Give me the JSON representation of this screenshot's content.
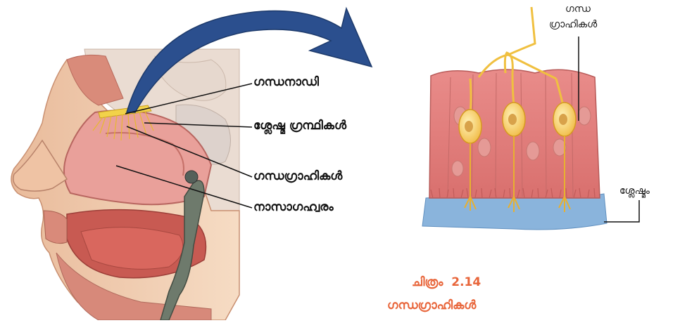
{
  "labels": {
    "olfactory_nerve": "ഗന്ധനാഡി",
    "mucus_glands": "ശ്ലേഷ്മ ഗ്രന്ഥികൾ",
    "olfactory_receptors": "ഗന്ധഗ്രാഹികൾ",
    "nasal_cavity": "നാസാഗഹ്വരം",
    "receptors_line1": "ഗന്ധ",
    "receptors_line2": "ഗ്രാഹികൾ",
    "mucus": "ശ്ലേഷ്മം"
  },
  "caption": {
    "figure_number_word": "ചിത്രം",
    "figure_number": "2.14",
    "title": "ഗന്ധഗ്രാഹികൾ"
  },
  "colors": {
    "arrow": "#2b4f8e",
    "caption": "#e8653a",
    "tissue": "#e08a86",
    "muscle": "#c8605a",
    "mucus_layer": "#8ab4dc",
    "nerve": "#f2c84b",
    "skin": "#f0c8a8"
  }
}
